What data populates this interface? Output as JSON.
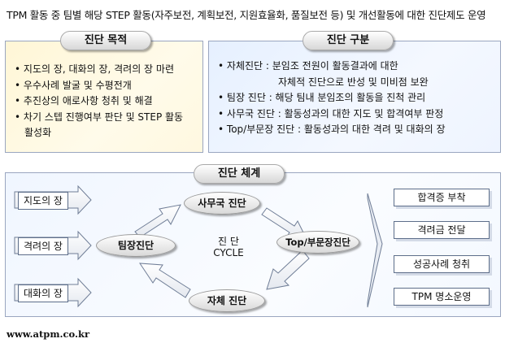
{
  "title": "TPM 활동 중 팀별 해당 STEP 활동(자주보전, 계획보전, 지원효율화, 품질보전 등) 및 개선활동에 대한 진단제도 운영",
  "purpose": {
    "heading": "진단 목적",
    "items": [
      "지도의 장, 대화의 장, 격려의 장 마련",
      "우수사례 발굴 및 수평전개",
      "추진상의 애로사항 청취 및 해결",
      "차기 스텝 진행여부 판단 및 STEP 활동",
      "활성화"
    ]
  },
  "classification": {
    "heading": "진단 구분",
    "items": [
      "자체진단 : 분임조 전원이 활동결과에 대한",
      "자체적 진단으로 반성 및 미비점 보완",
      "팀장 진단 : 해당 팀내 분임조의 활동을 진척 관리",
      "사무국 진단 : 활동성과의 대한 지도 및 합격여부 판정",
      "Top/부문장 진단 : 활동성과의 대한 격려 및 대화의 장"
    ]
  },
  "system": {
    "heading": "진단 체계",
    "left_boxes": [
      "지도의 장",
      "격려의 장",
      "대화의 장"
    ],
    "cycle": {
      "top": "사무국 진단",
      "left": "팀장진단",
      "right": "Top/부문장진단",
      "bottom": "자체 진단",
      "center_line1": "진 단",
      "center_line2": "CYCLE"
    },
    "right_boxes": [
      "합격증 부착",
      "격려금 전달",
      "성공사례 청취",
      "TPM 명소운영"
    ]
  },
  "footer": "www.atpm.co.kr"
}
